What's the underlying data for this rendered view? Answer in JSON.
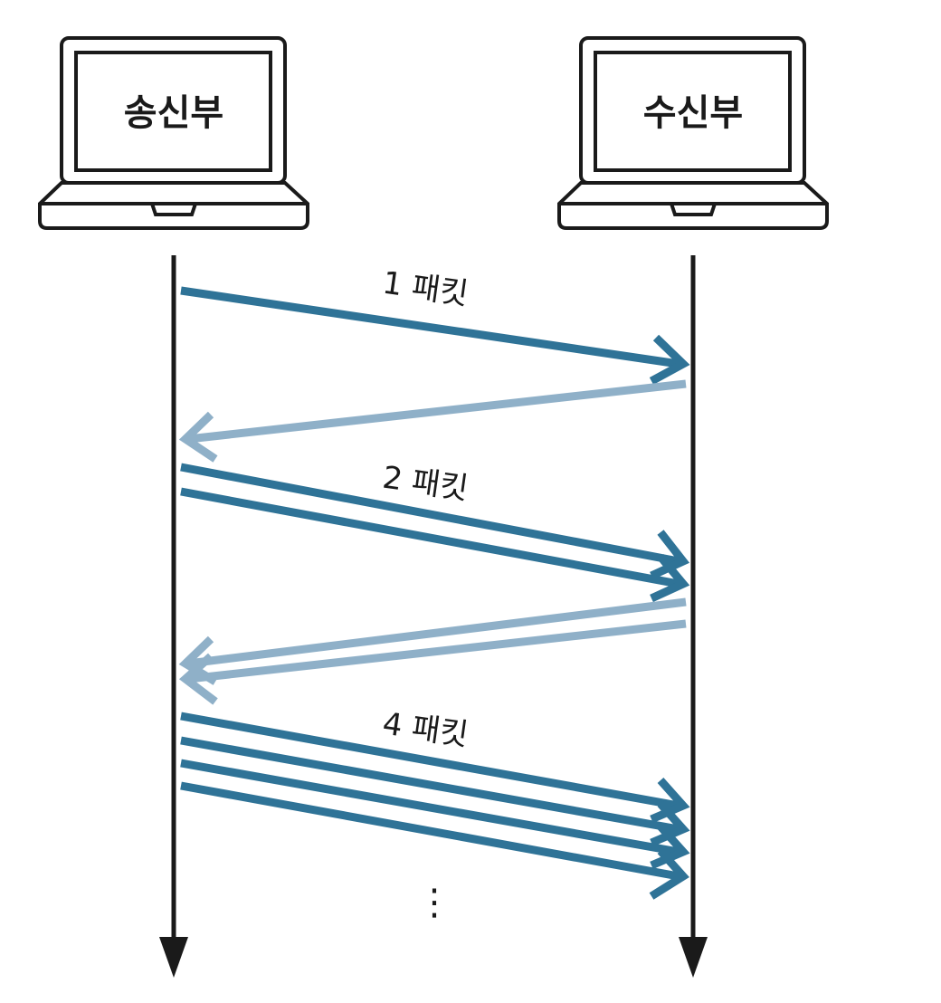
{
  "devices": {
    "sender": {
      "label": "송신부"
    },
    "receiver": {
      "label": "수신부"
    }
  },
  "packet_labels": [
    "1 패킷",
    "2 패킷",
    "4 패킷"
  ],
  "continuation": "⋮",
  "colors": {
    "line": "#1a1a1a",
    "data_arrow": "#2f7397",
    "ack_arrow": "#8fb0c8"
  }
}
